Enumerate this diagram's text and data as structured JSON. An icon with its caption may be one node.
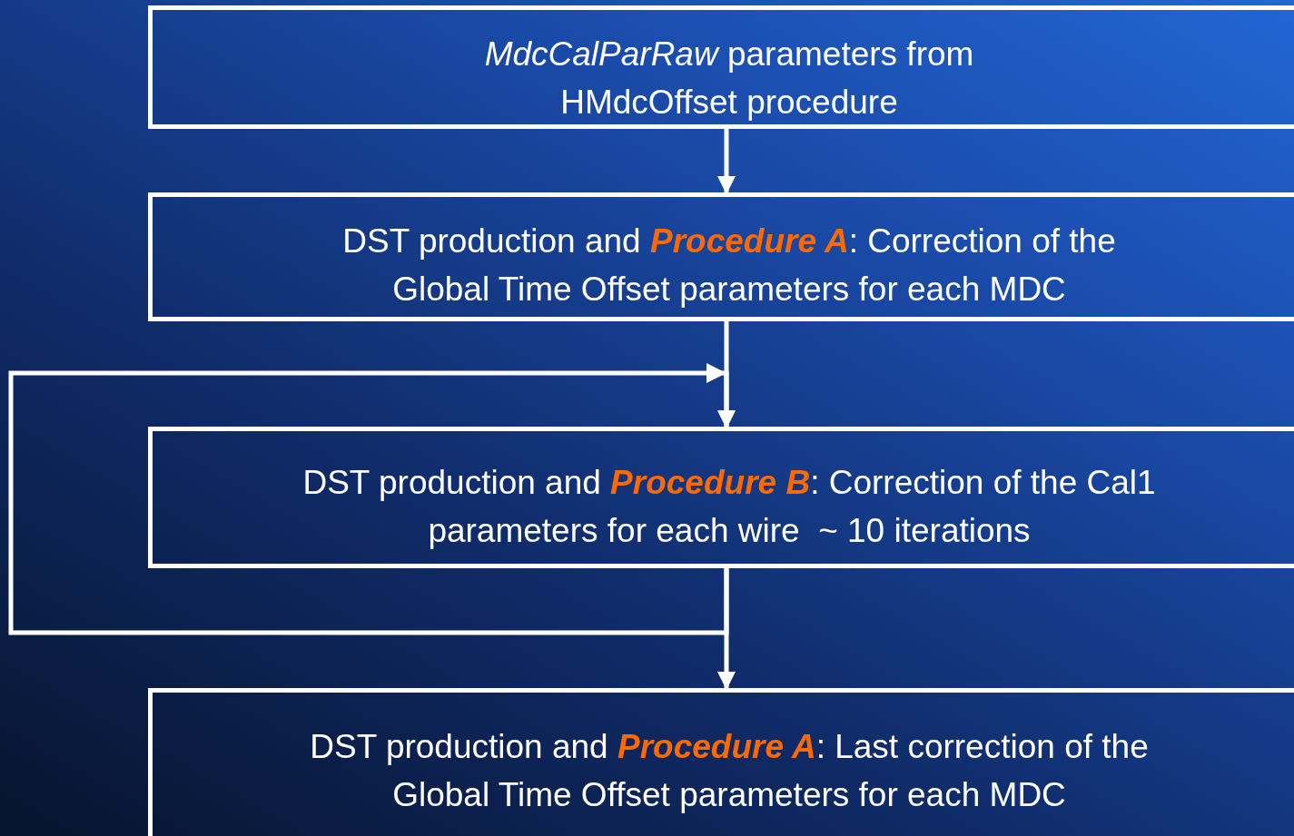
{
  "diagram": {
    "nodes": [
      {
        "text": [
          "*MdcCalParRaw* parameters from HMdcOffset procedure"
        ]
      },
      {
        "text": [
          "DST production and **Procedure A**: Correction of the Global Time Offset parameters for each MDC"
        ]
      },
      {
        "text": [
          "DST production and **Procedure B**: Correction of the Cal1 parameters for each wire  ~ 10 iterations"
        ]
      },
      {
        "text": [
          "DST production and **Procedure A**: Last correction of the Global Time Offset parameters for each MDC"
        ]
      }
    ],
    "edges": [
      {
        "from": 0,
        "to": 1,
        "arrow": "to"
      },
      {
        "from": 1,
        "to": 2,
        "arrow": "to"
      },
      {
        "from": 2,
        "to": 2,
        "arrow": "to"
      },
      {
        "from": 2,
        "to": 3,
        "arrow": "to"
      }
    ]
  }
}
